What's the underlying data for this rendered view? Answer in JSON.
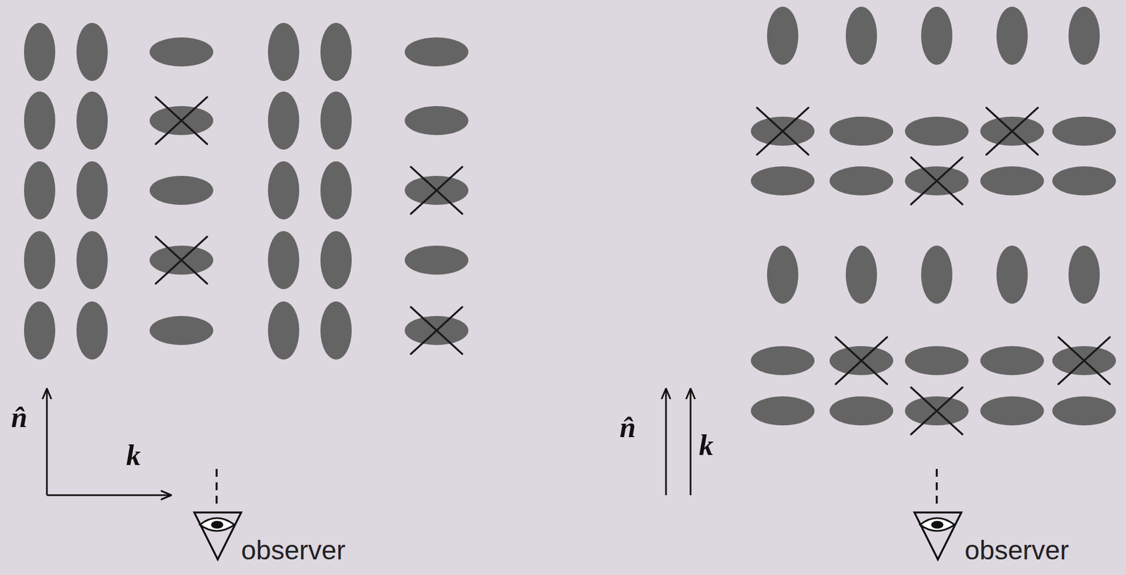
{
  "diagram": {
    "labels": [
      "n̂",
      "k",
      "observer",
      "n̂",
      "k",
      "observer"
    ]
  }
}
